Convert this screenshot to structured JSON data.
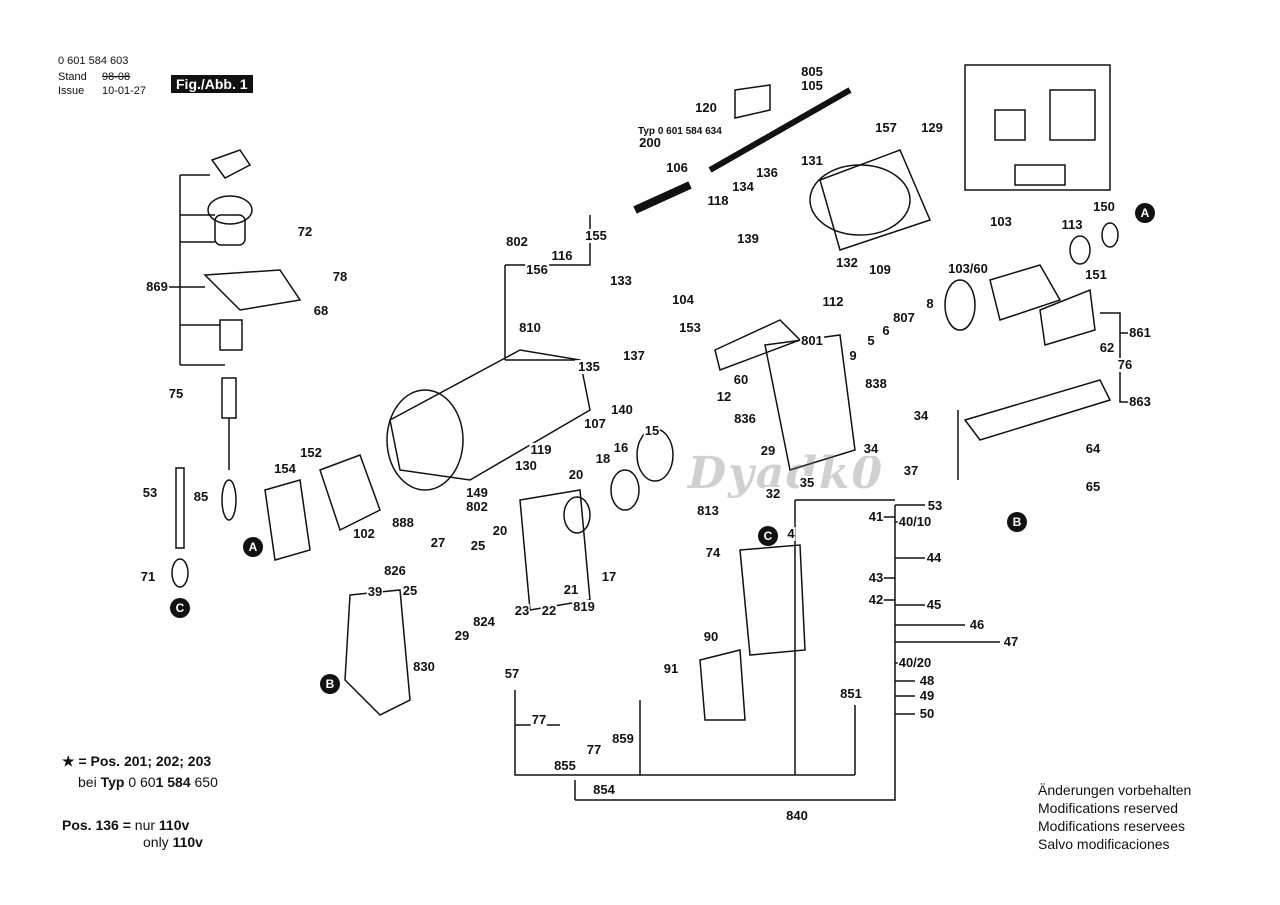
{
  "header": {
    "part_number": "0 601 584 603",
    "stand_label": "Stand",
    "stand_date": "98-08",
    "issue_label": "Issue",
    "issue_date": "10-01-27",
    "figure": "Fig./Abb. 1"
  },
  "typ_note": "Typ 0 601 584 634",
  "watermark": "Dyadk0",
  "labels": [
    "805",
    "105",
    "120",
    "200",
    "157",
    "129",
    "131",
    "106",
    "134",
    "136",
    "118",
    "139",
    "132",
    "109",
    "103",
    "113",
    "150",
    "151",
    "103/60",
    "802",
    "116",
    "155",
    "156",
    "133",
    "104",
    "112",
    "810",
    "153",
    "801",
    "137",
    "135",
    "8",
    "807",
    "6",
    "5",
    "9",
    "861",
    "62",
    "76",
    "838",
    "60",
    "12",
    "863",
    "140",
    "107",
    "119",
    "34",
    "34",
    "836",
    "29",
    "15",
    "16",
    "18",
    "20",
    "130",
    "152",
    "154",
    "53",
    "85",
    "149",
    "802",
    "813",
    "32",
    "35",
    "37",
    "64",
    "65",
    "53",
    "41",
    "40/10",
    "44",
    "43",
    "45",
    "42",
    "46",
    "47",
    "4",
    "888",
    "102",
    "20",
    "27",
    "25",
    "826",
    "25",
    "39",
    "29",
    "824",
    "830",
    "21",
    "23",
    "22",
    "819",
    "17",
    "74",
    "71",
    "90",
    "91",
    "851",
    "57",
    "77",
    "77",
    "859",
    "855",
    "854",
    "840",
    "40/20",
    "48",
    "49",
    "50",
    "869",
    "72",
    "78",
    "68",
    "75"
  ],
  "markers": [
    "A",
    "A",
    "B",
    "B",
    "C",
    "C"
  ],
  "footnotes": {
    "star_line": "★ = Pos. 201; 202; 203",
    "bei": "bei",
    "typ": "Typ",
    "typ_number_a": "0 60",
    "typ_number_b": "1 584",
    "typ_number_c": "650",
    "pos136": "Pos. 136 =",
    "nur": "nur",
    "v110": "110v",
    "only": "only",
    "v110b": "110v"
  },
  "disclaimer": [
    "Änderungen vorbehalten",
    "Modifications reserved",
    "Modifications reservees",
    "Salvo modificaciones"
  ]
}
